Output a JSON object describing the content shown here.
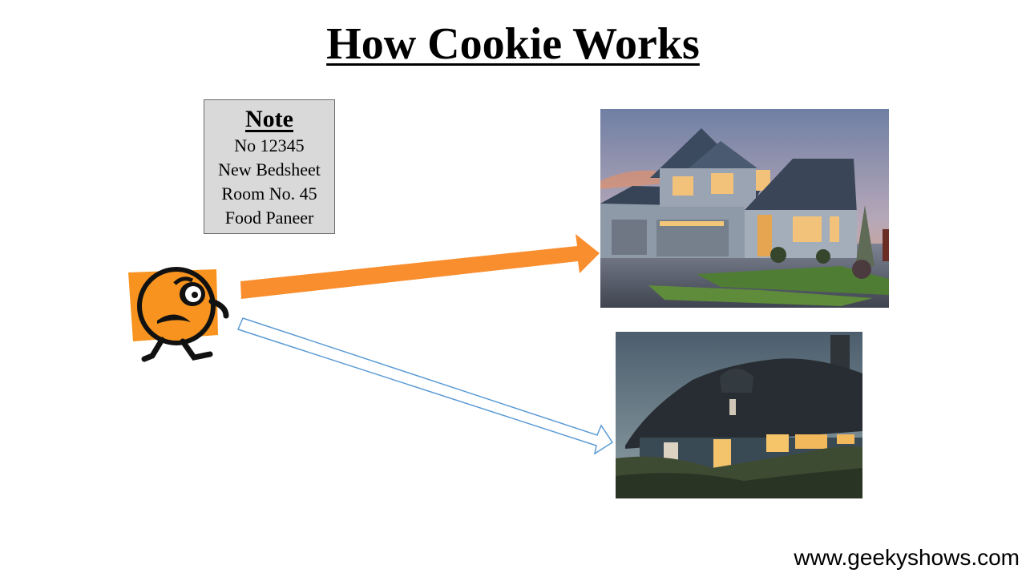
{
  "slide": {
    "title": "How Cookie Works"
  },
  "note": {
    "heading": "Note",
    "lines": [
      "No 12345",
      "New Bedsheet",
      "Room No. 45",
      "Food Paneer"
    ]
  },
  "watermark": "www.geekyshows.com",
  "colors": {
    "arrow_fill": "#f98e2f",
    "arrow_outline": "#5b9bd5",
    "cookie_orange": "#f7931e"
  }
}
